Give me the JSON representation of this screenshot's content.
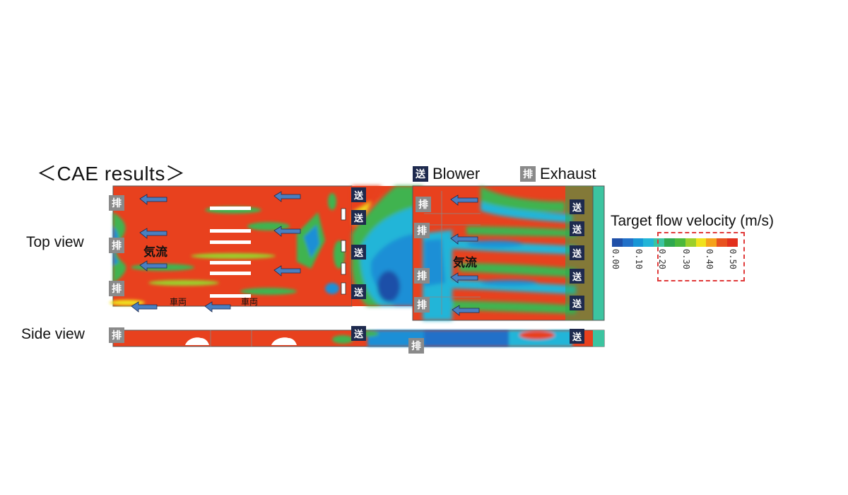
{
  "title": "＜CAE results＞",
  "legend": {
    "blower": {
      "glyph": "送",
      "label": "Blower"
    },
    "exhaust": {
      "glyph": "排",
      "label": "Exhaust"
    }
  },
  "views": {
    "top": "Top view",
    "side": "Side view"
  },
  "annotations": {
    "airflow": "気流",
    "vehicle": "車両"
  },
  "colorbar": {
    "title": "Target flow velocity (m/s)",
    "ticks": [
      "0.00",
      "0.10",
      "0.20",
      "0.30",
      "0.40",
      "0.50"
    ],
    "highlight_range": [
      0.2,
      0.5
    ],
    "colors": [
      "#1f4fa8",
      "#2270c8",
      "#1796d6",
      "#23b5d8",
      "#3cc4a0",
      "#2fa84f",
      "#4cb83a",
      "#9ccf2a",
      "#f0e21c",
      "#f5a21b",
      "#e8521f",
      "#e2301d"
    ]
  },
  "colors": {
    "high": "#e8411e",
    "mid": "#3fb34f",
    "low": "#1a8fd6",
    "very_low": "#1f4fa8",
    "arrow": "#4a7fc0"
  }
}
